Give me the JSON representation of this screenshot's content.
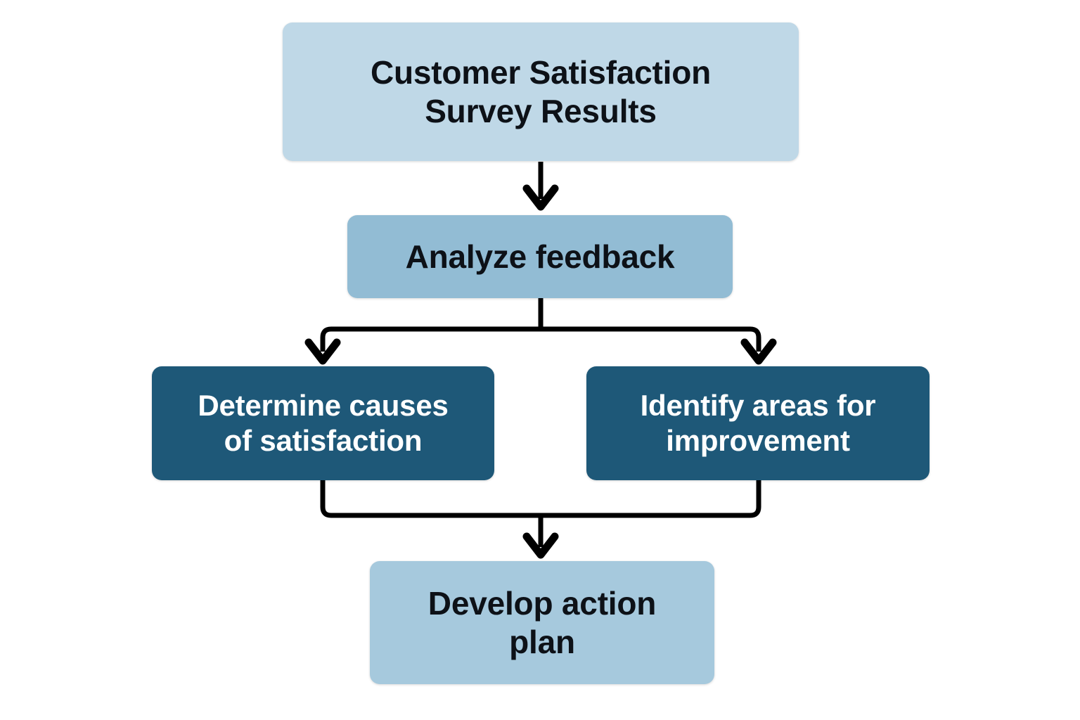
{
  "diagram": {
    "type": "flowchart",
    "title": "Customer Satisfaction Survey Results flow",
    "background_color": "#ffffff",
    "connector_color": "#000000",
    "nodes": [
      {
        "id": "start",
        "label": "Customer Satisfaction\nSurvey Results",
        "fill": "#bfd8e7",
        "text_color": "#0d1117",
        "shape": "rounded-rectangle",
        "level": 1
      },
      {
        "id": "analyze",
        "label": "Analyze feedback",
        "fill": "#92bcd4",
        "text_color": "#0d1117",
        "shape": "rounded-rectangle",
        "level": 2
      },
      {
        "id": "causes",
        "label": "Determine causes\nof satisfaction",
        "fill": "#1e5878",
        "text_color": "#ffffff",
        "shape": "rounded-rectangle",
        "level": 3
      },
      {
        "id": "improve",
        "label": "Identify areas for\nimprovement",
        "fill": "#1e5878",
        "text_color": "#ffffff",
        "shape": "rounded-rectangle",
        "level": 3
      },
      {
        "id": "plan",
        "label": "Develop action\nplan",
        "fill": "#a6c9dd",
        "text_color": "#0d1117",
        "shape": "rounded-rectangle",
        "level": 4
      }
    ],
    "edges": [
      {
        "id": "edge-start-analyze",
        "from": "start",
        "to": "analyze",
        "style": "straight-arrow"
      },
      {
        "id": "edge-analyze-causes",
        "from": "analyze",
        "to": "causes",
        "style": "elbow-split-left-arrow"
      },
      {
        "id": "edge-analyze-improve",
        "from": "analyze",
        "to": "improve",
        "style": "elbow-split-right-arrow"
      },
      {
        "id": "edge-causes-plan",
        "from": "causes",
        "to": "plan",
        "style": "elbow-merge-arrow"
      },
      {
        "id": "edge-improve-plan",
        "from": "improve",
        "to": "plan",
        "style": "elbow-merge-arrow"
      }
    ]
  }
}
